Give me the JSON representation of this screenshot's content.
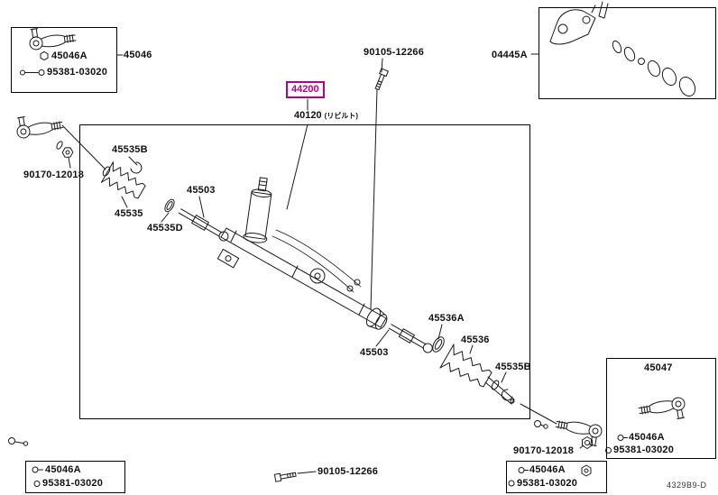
{
  "figure": {
    "code": "4329B9-D",
    "background": "#ffffff",
    "line_color": "#1a1a1a"
  },
  "highlight": {
    "part_number": "44200",
    "color": "#b4008c"
  },
  "annotation": {
    "reman_number": "40120",
    "reman_suffix": "(リビルト)"
  },
  "parts": {
    "tl_tie_rod_end": "45046A",
    "tl_pin": "95381-03020",
    "tl_assy": "45046",
    "top_bolt": "90105-12266",
    "seal_kit": "04445A",
    "nut_left": "90170-12018",
    "clamp_left": "45535B",
    "boot_left": "45535",
    "clip_left": "45535D",
    "rack_end_left": "45503",
    "rack_end_right": "45503",
    "clip_right": "45536A",
    "boot_right": "45536",
    "clamp_right": "45535B",
    "bl_tie_rod_end": "45046A",
    "bl_pin": "95381-03020",
    "bottom_bolt": "90105-12266",
    "nut_right": "90170-12018",
    "rb_assy": "45047",
    "rb_tie_rod_end": "45046A",
    "rb_pin": "95381-03020",
    "bm_tie_rod_end": "45046A",
    "bm_pin": "95381-03020"
  }
}
